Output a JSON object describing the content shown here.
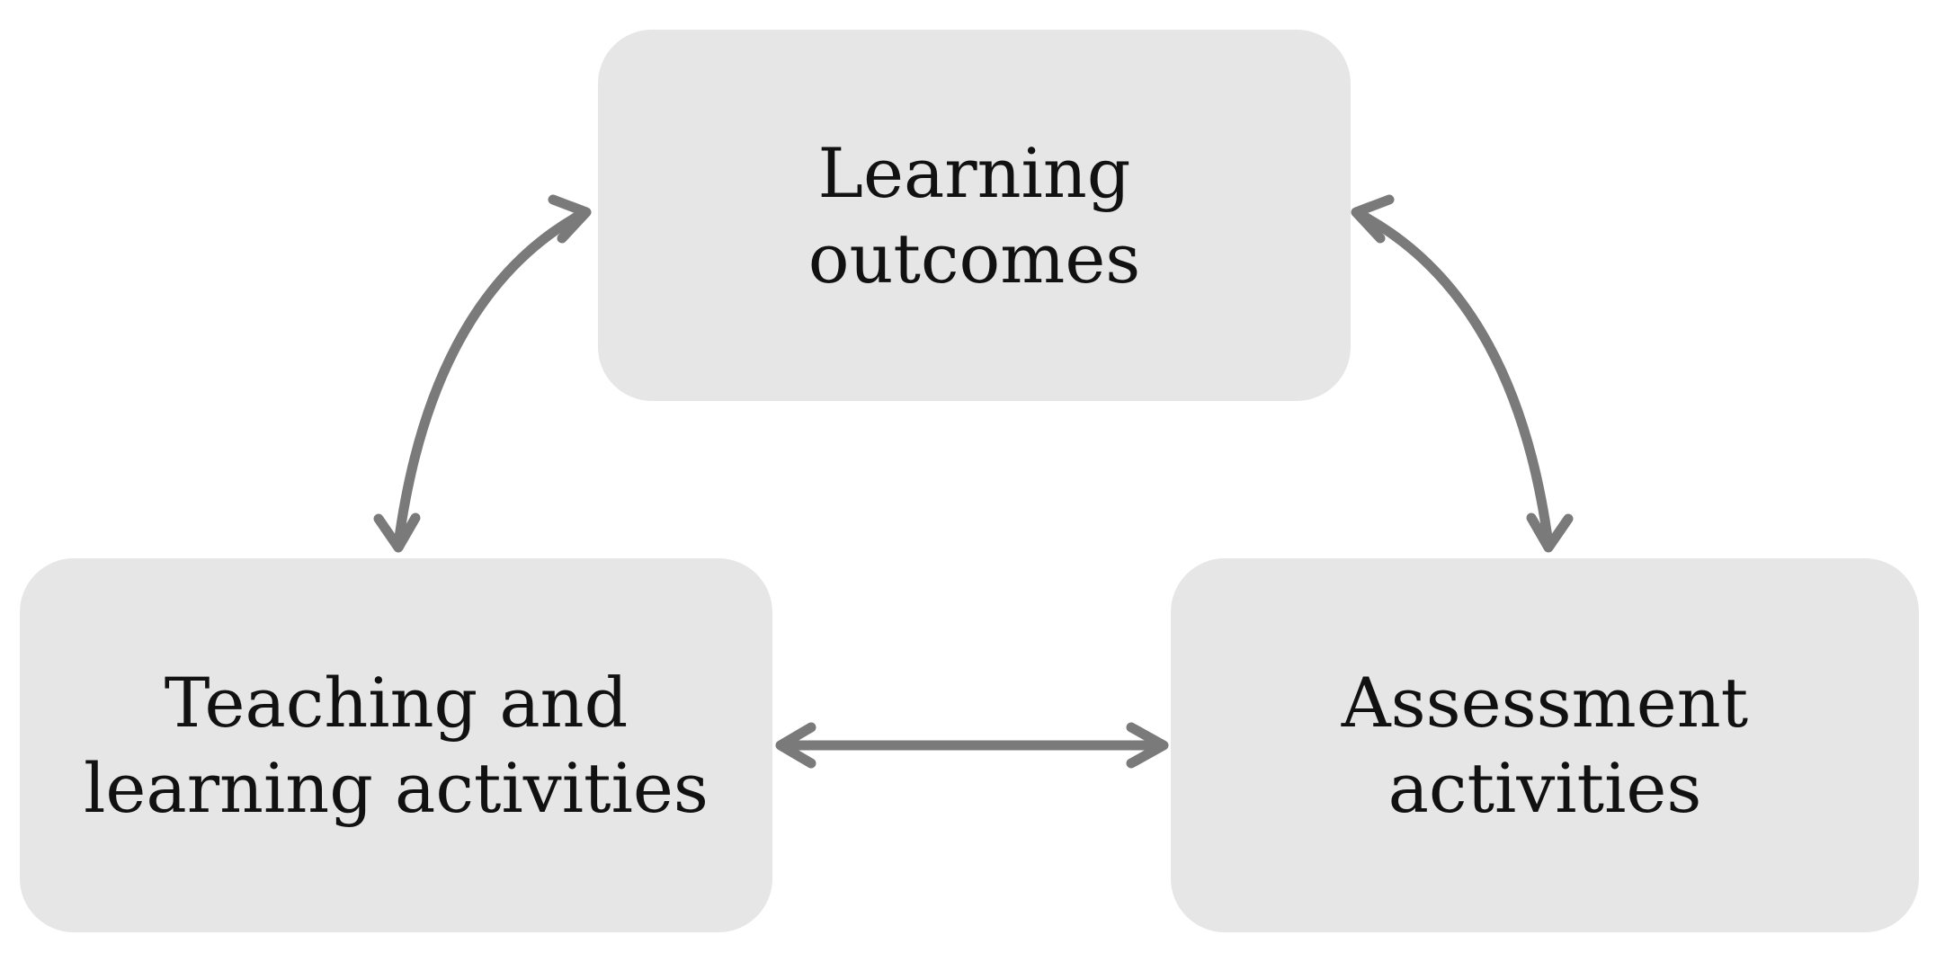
{
  "nodes": {
    "top": {
      "lines": [
        "Learning",
        "outcomes"
      ]
    },
    "left": {
      "lines": [
        "Teaching and",
        "learning activities"
      ]
    },
    "right": {
      "lines": [
        "Assessment",
        "activities"
      ]
    }
  },
  "edges": [
    {
      "from": "top",
      "to": "left",
      "direction": "bidirectional"
    },
    {
      "from": "top",
      "to": "right",
      "direction": "bidirectional"
    },
    {
      "from": "left",
      "to": "right",
      "direction": "bidirectional"
    }
  ],
  "colors": {
    "box_fill": "#e6e6e6",
    "arrow": "#7a7a7a",
    "text": "#111111"
  }
}
